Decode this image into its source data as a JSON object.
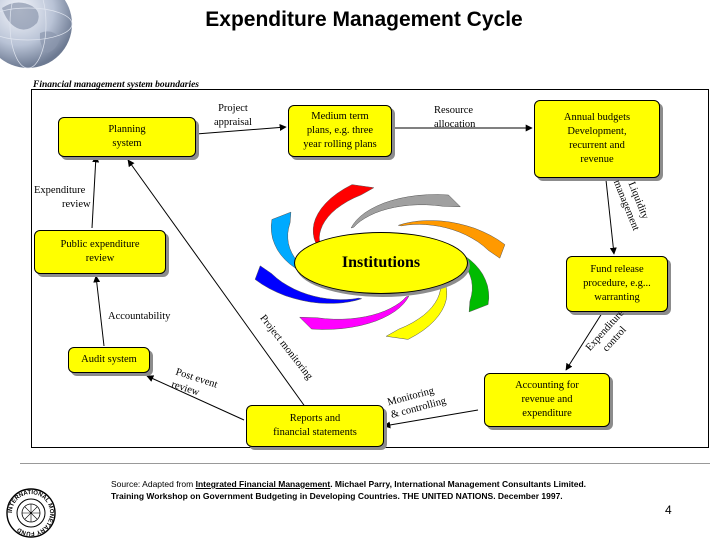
{
  "title": "Expenditure Management Cycle",
  "boundary_label": "Financial management system boundaries",
  "center": "Institutions",
  "boxes": {
    "planning": [
      "Planning",
      "system"
    ],
    "medium_term": [
      "Medium term",
      "plans, e.g. three",
      "year rolling plans"
    ],
    "annual_budgets": [
      "Annual budgets",
      "Development,",
      "recurrent and",
      "revenue"
    ],
    "fund_release": [
      "Fund release",
      "procedure, e.g...",
      "warranting"
    ],
    "accounting": [
      "Accounting for",
      "revenue and",
      "expenditure"
    ],
    "reports": [
      "Reports and",
      "financial statements"
    ],
    "audit": [
      "Audit system"
    ],
    "public_review": [
      "Public expenditure",
      "review"
    ]
  },
  "labels": {
    "project_appraisal": [
      "Project",
      "appraisal"
    ],
    "resource_allocation": [
      "Resource",
      "allocation"
    ],
    "liquidity_management": [
      "Liquidity",
      "management"
    ],
    "expenditure_control": [
      "Expenditure",
      "control"
    ],
    "monitoring_controlling": [
      "Monitoring",
      "& controlling"
    ],
    "post_event_review": [
      "Post event",
      "review"
    ],
    "accountability": "Accountability",
    "expenditure_review": [
      "Expenditure",
      "review"
    ],
    "project_monitoring": "Project monitoring"
  },
  "source": {
    "prefix": "Source: Adapted from ",
    "book": "Integrated Financial Management",
    "rest": ". Michael Parry, International Management Consultants Limited.",
    "line2": "Training Workshop on Government Budgeting in Developing Countries. THE UNITED NATIONS. December 1997."
  },
  "seal_text": "INTERNATIONAL MONETARY FUND",
  "page_number": "4",
  "colors": {
    "box_fill": "#ffff00",
    "shadow": "#8c8c8c",
    "swirl": [
      "#ffff00",
      "#ff00ff",
      "#0000ff",
      "#00aaff",
      "#ff0000",
      "#a0a0a0",
      "#ff9900",
      "#00bb00"
    ]
  }
}
